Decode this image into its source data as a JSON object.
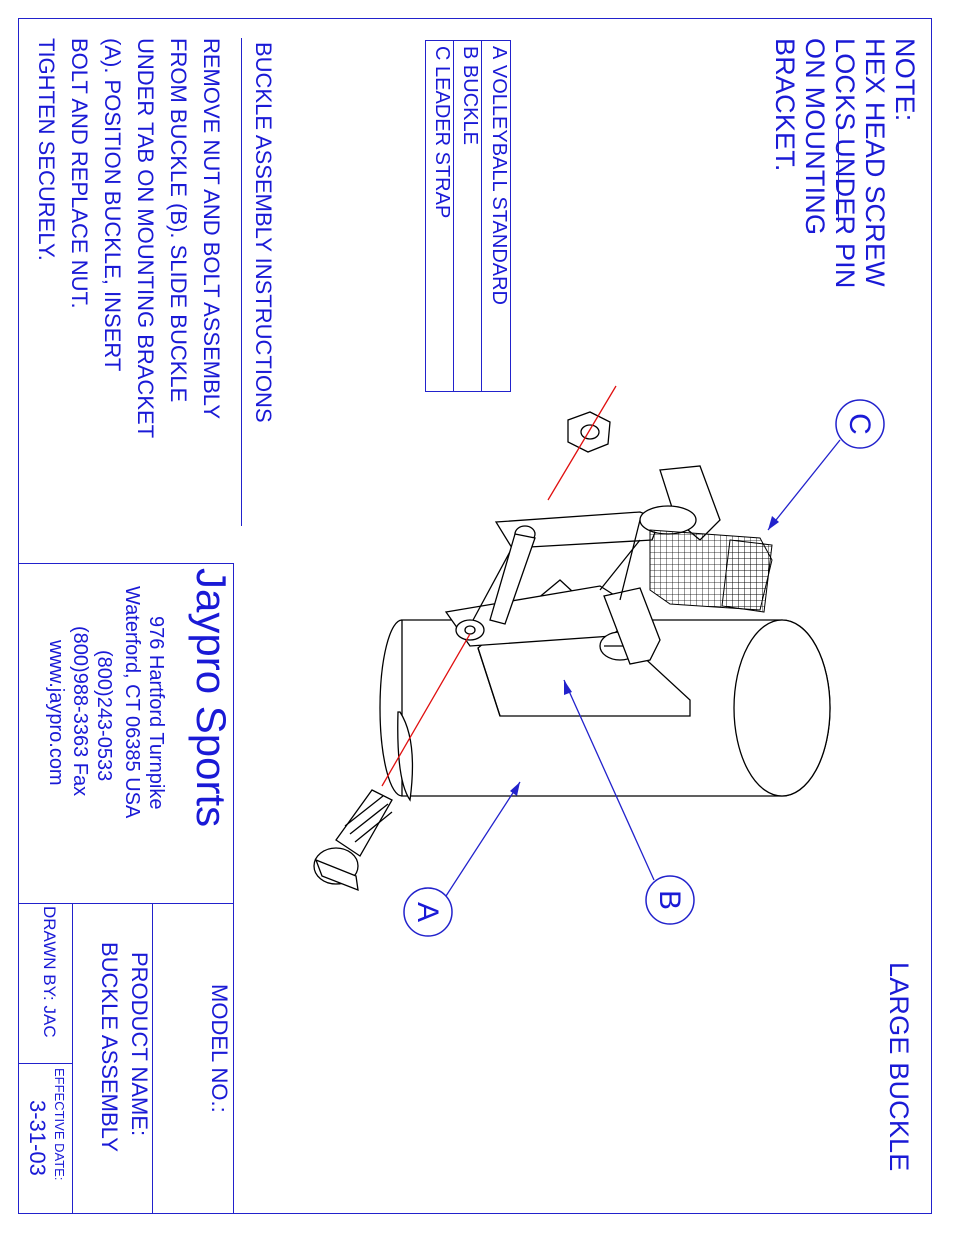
{
  "note": {
    "lines": [
      "NOTE:",
      "HEX HEAD SCREW",
      "LOCKS UNDER PIN",
      "ON MOUNTING",
      "BRACKET."
    ]
  },
  "legend": {
    "items": [
      {
        "letter": "A",
        "text": "VOLLEYBALL STANDARD"
      },
      {
        "letter": "B",
        "text": "BUCKLE"
      },
      {
        "letter": "C",
        "text": "LEADER STRAP"
      }
    ]
  },
  "instructions": {
    "title": "BUCKLE ASSEMBLY INSTRUCTIONS",
    "lines": [
      "REMOVE NUT AND BOLT ASSEMBLY",
      "FROM BUCKLE (B).  SLIDE BUCKLE",
      "UNDER TAB ON MOUNTING BRACKET",
      "(A).  POSITION BUCKLE, INSERT",
      "BOLT AND REPLACE NUT.",
      "TIGHTEN SECURELY."
    ]
  },
  "company": {
    "name": "Jaypro Sports",
    "address1": "976 Hartford Turnpike",
    "address2": "Waterford, CT 06385 USA",
    "phone": "(800)243-0533",
    "fax": "(800)988-3363 Fax",
    "web": "www.jaypro.com"
  },
  "title_block": {
    "drawing_title": "LARGE BUCKLE",
    "model_label": "MODEL NO.:",
    "product_label": "PRODUCT NAME:",
    "product_value": "BUCKLE ASSEMBLY",
    "drawn_by": "DRAWN BY: JAC",
    "effective_label": "EFFECTIVE DATE:",
    "effective_value": "3-31-03"
  },
  "callouts": {
    "a": "A",
    "b": "B",
    "c": "C"
  },
  "colors": {
    "line": "#2222cc",
    "text": "#1a1ad6",
    "drawing": "#000000",
    "axis": "#e01010"
  }
}
